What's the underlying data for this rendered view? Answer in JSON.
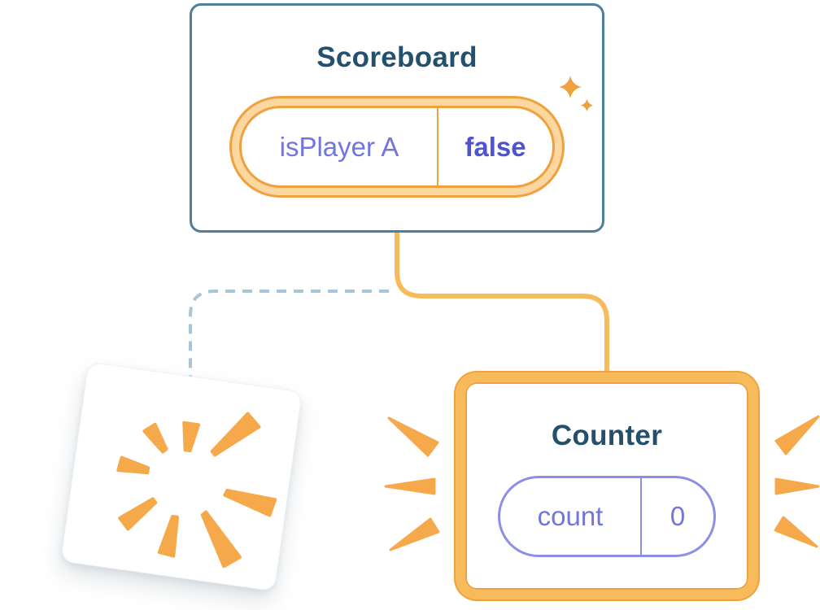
{
  "colors": {
    "background": "#ffffff",
    "card_border": "#4d7f9b",
    "title_text": "#23506d",
    "state_text": "#7175de",
    "state_text_bold": "#5053cf",
    "state_pill_border": "#8c8fe4",
    "highlight_orange": "#f8bb5c",
    "highlight_orange_deep": "#efa13d",
    "highlight_orange_light": "#fcd7a0",
    "ray_orange": "#f6a94a",
    "dashed_line": "#a9c6d8"
  },
  "scoreboard": {
    "title": "Scoreboard",
    "state": {
      "name": "isPlayer A",
      "value": "false"
    }
  },
  "counter": {
    "title": "Counter",
    "state": {
      "name": "count",
      "value": "0"
    }
  },
  "connections": {
    "solid_link": {
      "from": "scoreboard",
      "to": "counter",
      "style": "solid"
    },
    "dashed_link": {
      "from": "scoreboard",
      "to": "destroyed-card",
      "style": "dashed"
    }
  },
  "icons": {
    "sparkle": "four-point-star",
    "burst": "poof-burst-rays",
    "emphasis": "attention-rays"
  }
}
